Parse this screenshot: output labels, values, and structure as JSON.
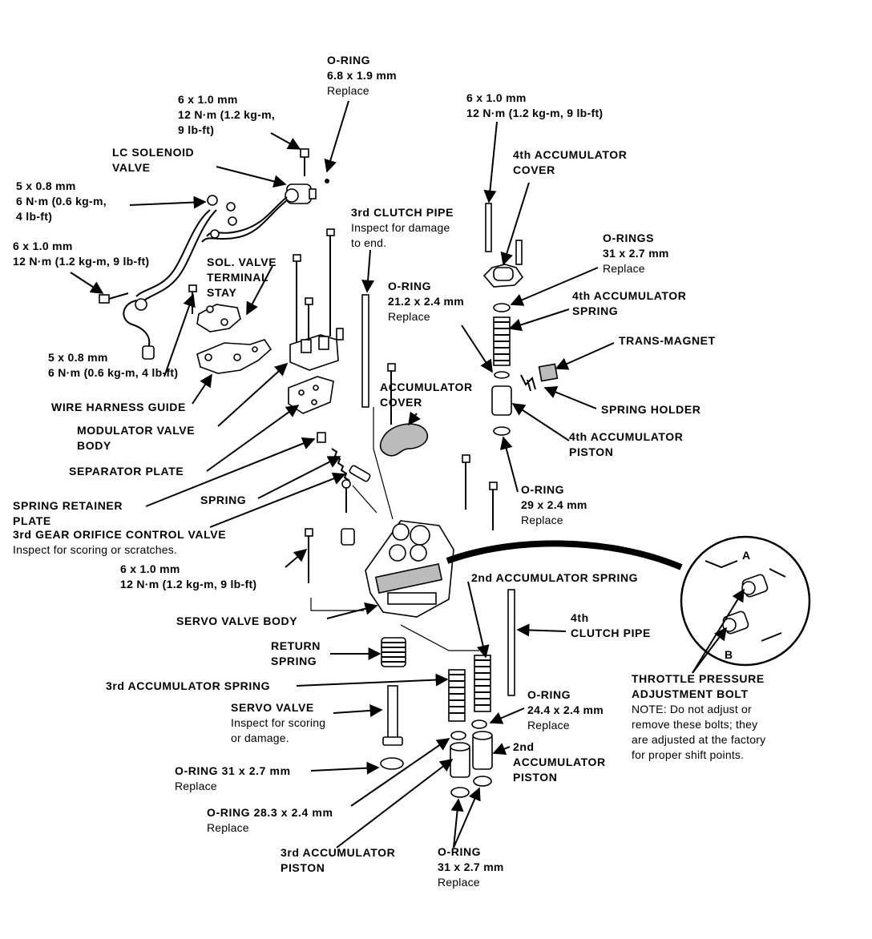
{
  "labels": {
    "oring_top": {
      "title": "O-RING",
      "size": "6.8 x 1.9 mm",
      "note": "Replace"
    },
    "bolt_lc": {
      "size": "6 x 1.0 mm",
      "torque1": "12 N·m (1.2 kg-m,",
      "torque2": "9 lb-ft)"
    },
    "lc_solenoid": {
      "line1": "LC SOLENOID",
      "line2": "VALVE"
    },
    "bolt_5x08_top": {
      "size": "5 x 0.8 mm",
      "torque1": "6 N·m (0.6 kg-m,",
      "torque2": "4 lb-ft)"
    },
    "bolt_6x10_left": {
      "size": "6 x 1.0 mm",
      "torque": "12 N·m (1.2 kg-m, 9 lb-ft)"
    },
    "sol_valve_stay": {
      "line1": "SOL. VALVE",
      "line2": "TERMINAL",
      "line3": "STAY"
    },
    "bolt_5x08_mid": {
      "size": "5 x 0.8 mm",
      "torque": "6 N·m (0.6 kg-m, 4 lb-ft)"
    },
    "wire_harness_guide": "WIRE HARNESS GUIDE",
    "modulator_valve_body": {
      "line1": "MODULATOR VALVE",
      "line2": "BODY"
    },
    "separator_plate": "SEPARATOR PLATE",
    "spring_retainer_plate": {
      "line1": "SPRING RETAINER",
      "line2": "PLATE"
    },
    "spring": "SPRING",
    "orifice_control_valve": {
      "title": "3rd GEAR ORIFICE CONTROL VALVE",
      "note": "Inspect for scoring or scratches."
    },
    "bolt_6x10_bottom": {
      "size": "6 x 1.0 mm",
      "torque": "12 N·m (1.2 kg-m, 9 lb-ft)"
    },
    "servo_valve_body": "SERVO VALVE BODY",
    "return_spring": {
      "line1": "RETURN",
      "line2": "SPRING"
    },
    "third_acc_spring": "3rd ACCUMULATOR SPRING",
    "servo_valve": {
      "title": "SERVO VALVE",
      "note1": "Inspect for scoring",
      "note2": "or damage."
    },
    "oring_31_left": {
      "title": "O-RING 31 x 2.7 mm",
      "note": "Replace"
    },
    "oring_28": {
      "title": "O-RING 28.3 x 2.4 mm",
      "note": "Replace"
    },
    "third_acc_piston": {
      "line1": "3rd ACCUMULATOR",
      "line2": "PISTON"
    },
    "oring_31_bottom": {
      "title": "O-RING",
      "size": "31 x 2.7 mm",
      "note": "Replace"
    },
    "second_acc_piston": {
      "line1": "2nd",
      "line2": "ACCUMULATOR",
      "line3": "PISTON"
    },
    "oring_24": {
      "title": "O-RING",
      "size": "24.4 x 2.4 mm",
      "note": "Replace"
    },
    "fourth_clutch_pipe": {
      "line1": "4th",
      "line2": "CLUTCH PIPE"
    },
    "second_acc_spring": "2nd ACCUMULATOR SPRING",
    "oring_29": {
      "title": "O-RING",
      "size": "29 x 2.4 mm",
      "note": "Replace"
    },
    "fourth_acc_piston": {
      "line1": "4th ACCUMULATOR",
      "line2": "PISTON"
    },
    "spring_holder": "SPRING HOLDER",
    "trans_magnet": "TRANS-MAGNET",
    "fourth_acc_spring": {
      "line1": "4th ACCUMULATOR",
      "line2": "SPRING"
    },
    "orings_31": {
      "title": "O-RINGS",
      "size": "31 x 2.7 mm",
      "note": "Replace"
    },
    "fourth_acc_cover": {
      "line1": "4th ACCUMULATOR",
      "line2": "COVER"
    },
    "bolt_6x10_right": {
      "size": "6 x 1.0 mm",
      "torque": "12 N·m (1.2 kg-m, 9 lb-ft)"
    },
    "third_clutch_pipe": {
      "title": "3rd CLUTCH PIPE",
      "note1": "Inspect for damage",
      "note2": "to end."
    },
    "oring_21": {
      "title": "O-RING",
      "size": "21.2 x 2.4 mm",
      "note": "Replace"
    },
    "accumulator_cover": {
      "line1": "ACCUMULATOR",
      "line2": "COVER"
    },
    "throttle_bolt": {
      "line1": "THROTTLE PRESSURE",
      "line2": "ADJUSTMENT BOLT",
      "note1": "NOTE: Do not adjust or",
      "note2": "remove these bolts; they",
      "note3": "are adjusted at the factory",
      "note4": "for proper shift points."
    },
    "inset_a": "A",
    "inset_b": "B"
  }
}
